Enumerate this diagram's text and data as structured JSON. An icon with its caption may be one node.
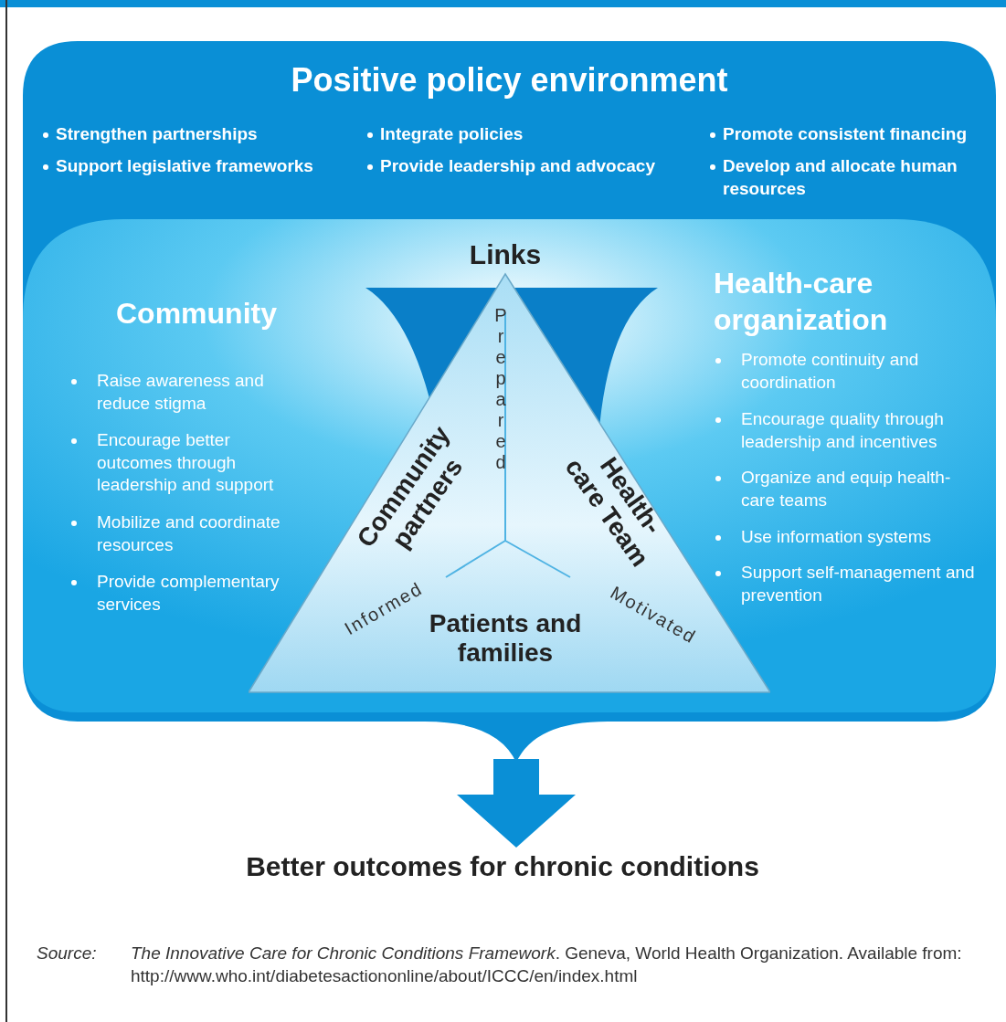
{
  "diagram": {
    "nodes": [
      {
        "text": [
          "Positive policy environment",
          "Strengthen partnerships",
          "Support legislative frameworks",
          "Integrate policies",
          "Provide leadership and advocacy",
          "Promote consistent financing",
          "Develop and allocate human resources"
        ]
      },
      {
        "text": [],
        "shape": "box",
        "in": 0
      },
      {
        "text": [
          "Community",
          "Raise awareness and reduce stigma",
          "Encourage better outcomes through leadership and support",
          "Mobilize and coordinate resources",
          "Provide complementary services"
        ],
        "in": 1
      },
      {
        "text": [
          "Health-care organization",
          "Promote continuity and coordination",
          "Encourage quality through leadership and incentives",
          "Organize and equip health-care teams",
          "Use information systems",
          "Support self-management and prevention"
        ],
        "in": 1
      },
      {
        "text": [
          "Links",
          "Prepared",
          "Informed",
          "Motivated"
        ],
        "in": 1
      },
      {
        "text": [
          "Community partners"
        ],
        "in": 4
      },
      {
        "text": [
          "Health-care Team"
        ],
        "in": 4
      },
      {
        "text": [
          "Patients and families"
        ],
        "in": 4
      },
      {
        "text": [
          "Better outcomes for chronic conditions"
        ]
      }
    ],
    "edges": [
      {
        "from": 0,
        "to": 8,
        "arrow": "to"
      }
    ],
    "labels": [
      "Source:",
      "*The Innovative Care for Chronic Conditions Framework*. Geneva, World Health Organization. Available from: http://www.who.int/diabetesactiononline/about/ICCC/en/index.html"
    ]
  }
}
